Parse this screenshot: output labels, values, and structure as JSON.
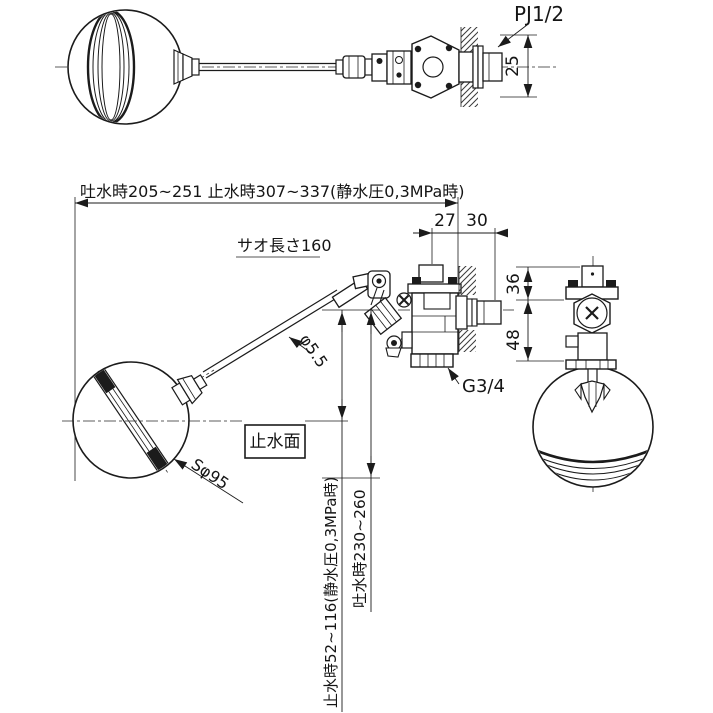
{
  "drawing": {
    "background": "#ffffff",
    "line_color": "#1b1b1b",
    "labels": {
      "top_view": {
        "thread": "PJ1/2",
        "thread_length": "25"
      },
      "front_view": {
        "overall": "吐水時205~251 止水時307~337(静水圧0,3MPa時)",
        "rod_length": "サオ長さ160",
        "dim_wall_offset": "27",
        "dim_thread_len": "30",
        "dim_top_to_axis": "36",
        "dim_axis_to_outlet": "48",
        "rod_diameter": "φ5.5",
        "outlet_thread": "G3/4",
        "water_stop_surface": "止水面",
        "float_diameter": "Sφ95",
        "stop_water_level": "止水時52~116(静水圧0,3MPa時)",
        "discharge_level": "吐水時230~260"
      }
    }
  }
}
